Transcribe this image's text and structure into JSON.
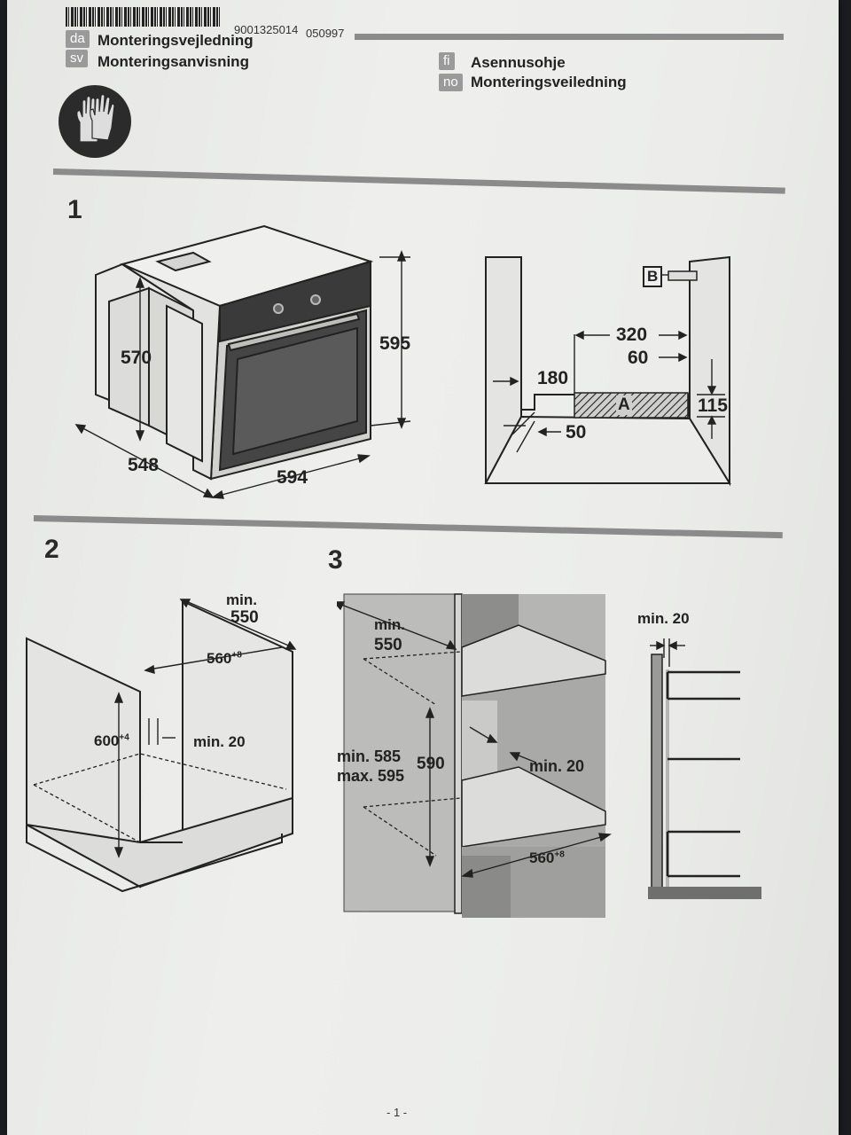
{
  "header": {
    "doc_number": "9001325014",
    "doc_date": "050997",
    "languages": [
      {
        "code": "da",
        "title": "Monteringsvejledning"
      },
      {
        "code": "sv",
        "title": "Monteringsanvisning"
      },
      {
        "code": "fi",
        "title": "Asennusohje"
      },
      {
        "code": "no",
        "title": "Monteringsveiledning"
      }
    ]
  },
  "icons": {
    "gloves": "gloves-icon"
  },
  "sections": {
    "s1": {
      "number": "1",
      "oven_dims": {
        "depth_inner": "570",
        "height": "595",
        "depth": "548",
        "width": "594"
      },
      "niche": {
        "label_b": "B",
        "d320": "320",
        "d60": "60",
        "d180": "180",
        "label_a": "A",
        "d115": "115",
        "d50": "50"
      }
    },
    "s2": {
      "number": "2",
      "min550_a": "min.",
      "min550_b": "550",
      "w560": "560",
      "w560_sup": "+8",
      "h600": "600",
      "h600_sup": "+4",
      "min20": "min. 20"
    },
    "s3": {
      "number": "3",
      "min550_a": "min.",
      "min550_b": "550",
      "min585": "min. 585",
      "max595": "max. 595",
      "h590": "590",
      "min20_mid": "min. 20",
      "w560": "560",
      "w560_sup": "+8",
      "min20_side": "min. 20"
    }
  },
  "footer": {
    "page": "- 1 -"
  }
}
